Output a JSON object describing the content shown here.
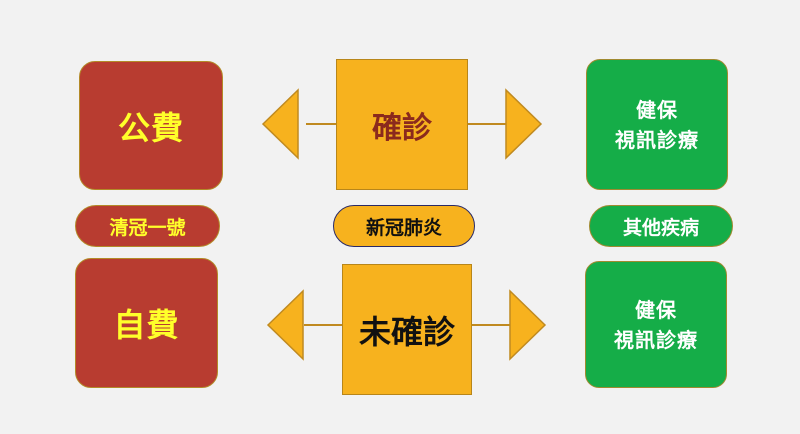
{
  "colors": {
    "background": "#f2f2f2",
    "red_fill": "#b83c30",
    "yellow_text": "#ffff2a",
    "gold_fill": "#f7b21e",
    "green_fill": "#15ad48",
    "dark_red_text": "#8b2a1d"
  },
  "top_row": {
    "left_box": "公費",
    "center_box": "確診",
    "right_box": [
      "健保",
      "視訊診療"
    ]
  },
  "middle_row": {
    "left_pill": "清冠一號",
    "center_pill": "新冠肺炎",
    "right_pill": "其他疾病"
  },
  "bottom_row": {
    "left_box": "自費",
    "center_box": "未確診",
    "right_box": [
      "健保",
      "視訊診療"
    ]
  }
}
